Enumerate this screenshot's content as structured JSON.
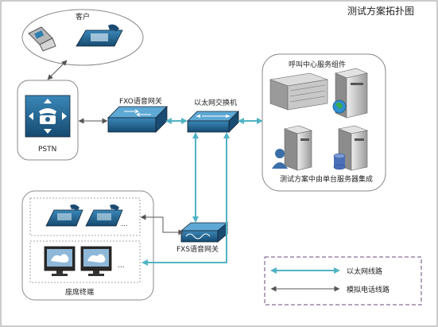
{
  "title": "测试方案拓扑图",
  "customer_group": {
    "label": "客户"
  },
  "pstn": {
    "label": "PSTN"
  },
  "fxo_gateway": {
    "label": "FXO语音网关"
  },
  "ethernet_switch": {
    "label": "以太网交换机"
  },
  "callcenter_group": {
    "label": "呼叫中心服务组件",
    "caption": "测试方案中由单台服务器集成"
  },
  "fxs_gateway": {
    "label": "FXS语音网关"
  },
  "seat_group": {
    "label": "座席终端",
    "phone_more": "...",
    "monitor_more": "..."
  },
  "legend": {
    "ethernet_line": "以太网线路",
    "analog_line": "模拟电话线路"
  },
  "colors": {
    "ethernet_line": "#4fb3c4",
    "analog_line": "#555555",
    "device_blue": "#1f5f8c",
    "legend_border": "#6a4a7a"
  }
}
